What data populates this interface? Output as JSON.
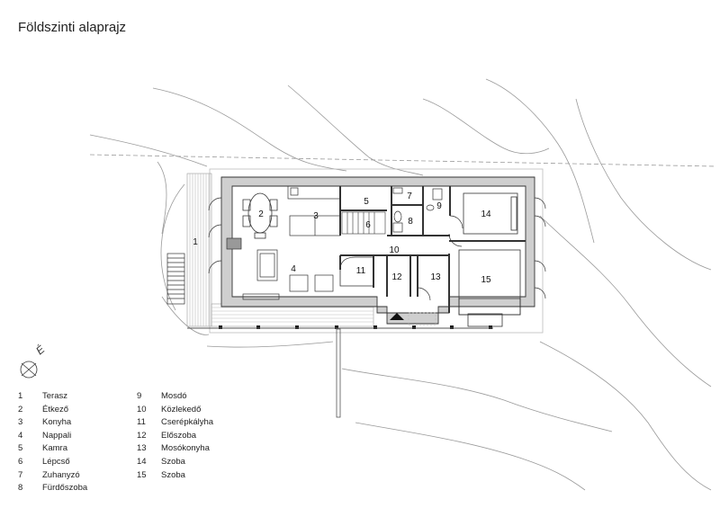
{
  "title": "Földszinti alaprajz",
  "north_label": "É",
  "rooms": [
    {
      "number": "1",
      "name": "Terasz"
    },
    {
      "number": "2",
      "name": "Étkező"
    },
    {
      "number": "3",
      "name": "Konyha"
    },
    {
      "number": "4",
      "name": "Nappali"
    },
    {
      "number": "5",
      "name": "Kamra"
    },
    {
      "number": "6",
      "name": "Lépcső"
    },
    {
      "number": "7",
      "name": "Zuhanyzó"
    },
    {
      "number": "8",
      "name": "Fürdőszoba"
    },
    {
      "number": "9",
      "name": "Mosdó"
    },
    {
      "number": "10",
      "name": "Közlekedő"
    },
    {
      "number": "11",
      "name": "Cserépkályha"
    },
    {
      "number": "12",
      "name": "Előszoba"
    },
    {
      "number": "13",
      "name": "Mosókonyha"
    },
    {
      "number": "14",
      "name": "Szoba"
    },
    {
      "number": "15",
      "name": "Szoba"
    }
  ]
}
